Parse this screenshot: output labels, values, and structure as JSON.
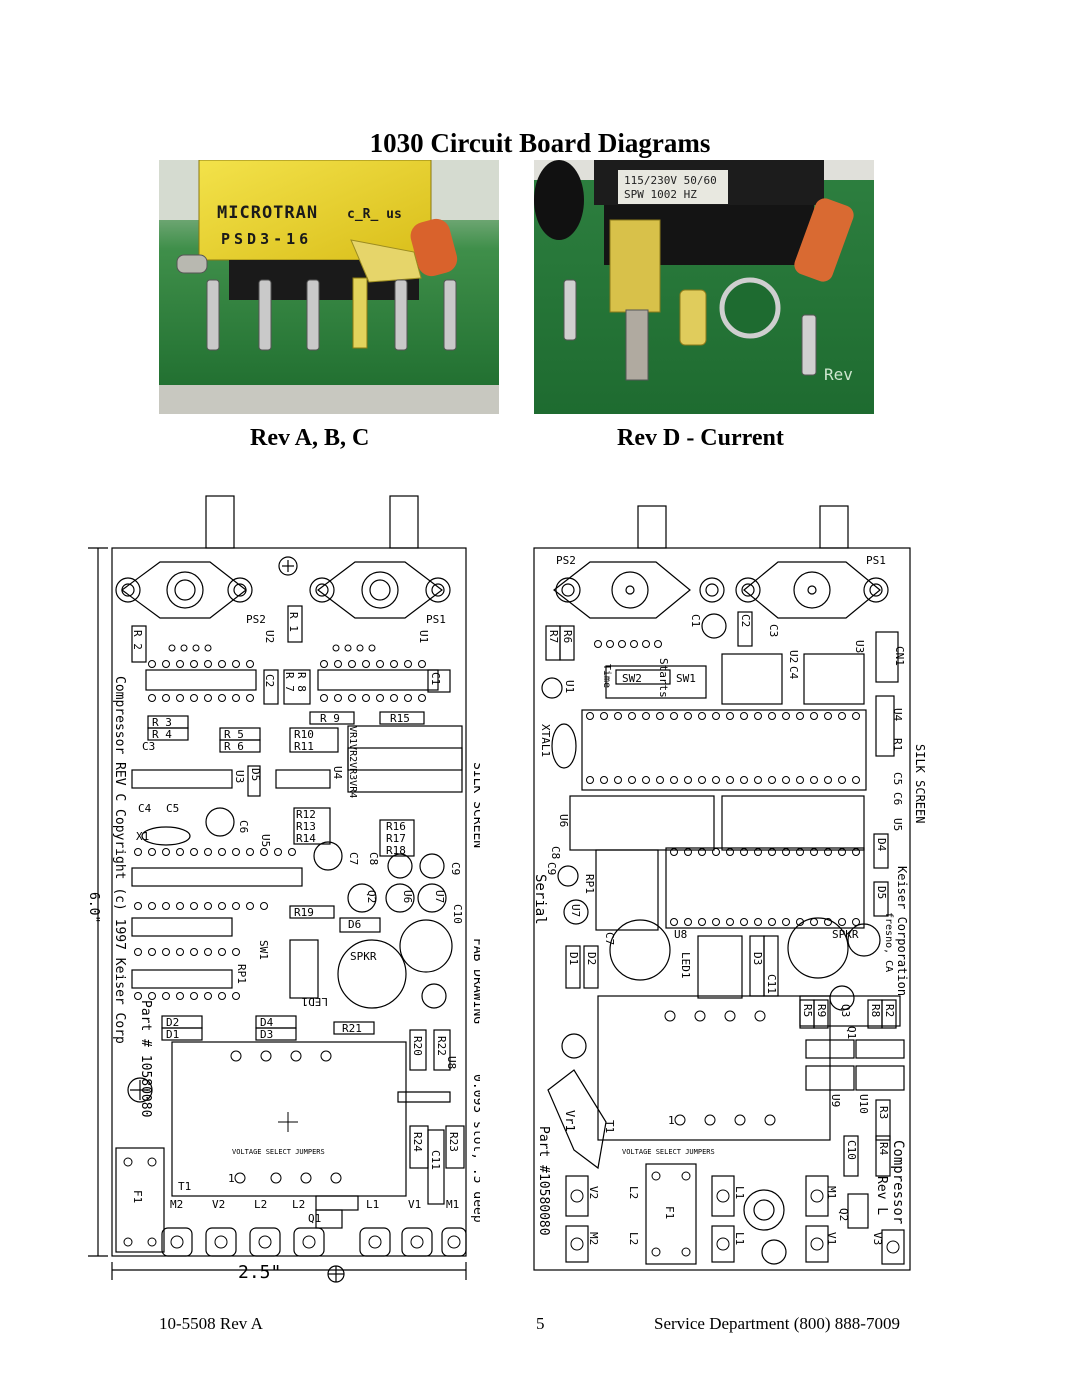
{
  "page": {
    "title": "1030 Circuit Board Diagrams",
    "captions": {
      "left": "Rev A, B, C",
      "right": "Rev D - Current"
    },
    "footer": {
      "doc_number": "10-5508 Rev A",
      "page_number": "5",
      "service": "Service Department (800) 888-7009"
    }
  },
  "photo_left": {
    "transformer_brand": "MICROTRAN",
    "transformer_model": "PSD3-16",
    "cert_mark": "c̲R̲ us"
  },
  "photo_right": {
    "transformer_line1": "115/230V 50/60",
    "transformer_line2": "SPW 1002 HZ",
    "board_text": "Rev"
  },
  "diagram_left": {
    "labels": {
      "ps2": "PS2",
      "ps1": "PS1",
      "u2": "U2",
      "u1": "U1",
      "r1": "R 1",
      "r2": "R 2",
      "c2": "C2",
      "r7": "R 7",
      "r8": "R 8",
      "c1": "C1",
      "r9": "R 9",
      "r15": "R15",
      "r3": "R 3",
      "r4": "R 4",
      "r5": "R 5",
      "r6": "R 6",
      "r10": "R10",
      "r11": "R11",
      "c3": "C3",
      "u3": "U3",
      "d5": "D5",
      "u4": "U4",
      "vr": "VR1VR2VR3VR4",
      "c4": "C4",
      "c5": "C5",
      "x1": "X1",
      "c6": "C6",
      "u5": "U5",
      "r12": "R12",
      "r13": "R13",
      "r14": "R14",
      "r16": "R16",
      "r17": "R17",
      "r18": "R18",
      "c7": "C7",
      "c8": "C8",
      "c9": "C9",
      "q2": "Q2",
      "u6": "U6",
      "u7": "U7",
      "c10": "C10",
      "r19": "R19",
      "d6": "D6",
      "sw1": "SW1",
      "spkr": "SPKR",
      "rp1": "RP1",
      "led1": "LED1",
      "d2": "D2",
      "d1": "D1",
      "d4": "D4",
      "d3": "D3",
      "r21": "R21",
      "r20": "R20",
      "r22": "R22",
      "u8": "U8",
      "r24": "R24",
      "c11": "C11",
      "r23": "R23",
      "vsj": "VOLTAGE SELECT JUMPERS",
      "one": "1",
      "t1": "T1",
      "f1": "F1",
      "m2": "M2",
      "v2": "V2",
      "l2a": "L2",
      "l2b": "L2",
      "l1": "L1",
      "v1": "V1",
      "m1": "M1",
      "q1": "Q1",
      "vert_rev": "Compressor REV C Copyright (c) 1997 Keiser Corp",
      "vert_part": "Part # 10580080",
      "silk": "SILK SCREEN",
      "fab": "FAB DRAWING",
      "slot": "0.093 slot, .5 deep",
      "dim_h": "6.0\"",
      "dim_w": "2.5\""
    }
  },
  "diagram_right": {
    "labels": {
      "ps2": "PS2",
      "ps1": "PS1",
      "r7": "R7",
      "r6": "R6",
      "c1": "C1",
      "c2": "C2",
      "c3": "C3",
      "u2": "U2",
      "c4": "C4",
      "u3": "U3",
      "cn1": "CN1",
      "time": "Time",
      "starts": "Starts",
      "sw2": "SW2",
      "sw1": "SW1",
      "u1": "U1",
      "xtal1": "XTAL1",
      "u4": "U4",
      "r1": "R1",
      "c5": "C5",
      "c6": "C6",
      "u6": "U6",
      "u5": "U5",
      "c8": "C8",
      "c9": "C9",
      "rp1": "RP1",
      "serial": "Serial",
      "d4": "D4",
      "u7": "U7",
      "d5": "D5",
      "c7": "C7",
      "u8": "U8",
      "spkr": "SPKR",
      "d1": "D1",
      "d2": "D2",
      "led1": "LED1",
      "d3": "D3",
      "c11": "C11",
      "r5": "R5",
      "r9": "R9",
      "q3": "Q3",
      "r8": "R8",
      "r2": "R2",
      "q1": "Q1",
      "u9": "U9",
      "u10": "U10",
      "r3": "R3",
      "r4": "R4",
      "c10": "C10",
      "vr1": "Vr1",
      "t1": "T1",
      "one": "1",
      "vsj": "VOLTAGE SELECT JUMPERS",
      "v2": "V2",
      "l2a": "L2",
      "l1a": "L1",
      "m1": "M1",
      "q2": "Q2",
      "m2": "M2",
      "l2b": "L2",
      "f1": "F1",
      "l1b": "L1",
      "v1": "V1",
      "v3": "V3",
      "vert_keiser": "Keiser Corporation",
      "vert_fresno": "fresno, CA",
      "silk": "SILK SCREEN",
      "vert_part": "Part #10580080",
      "vert_comp": "Compressor",
      "vert_rev": "Rev L"
    }
  }
}
